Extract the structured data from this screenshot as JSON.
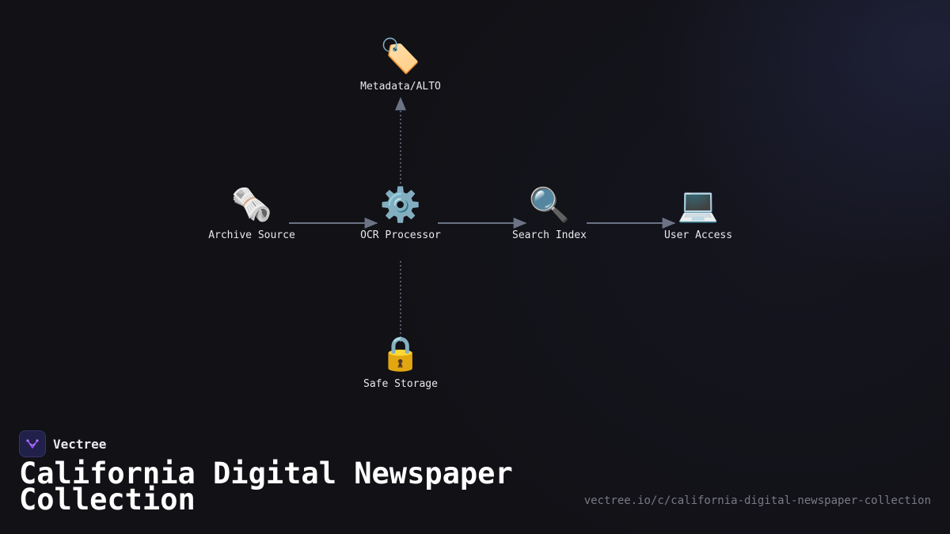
{
  "diagram": {
    "nodes": [
      {
        "id": "archive",
        "icon": "newspaper-icon",
        "glyph": "🗞️",
        "label": "Archive Source"
      },
      {
        "id": "ocr",
        "icon": "gear-icon",
        "glyph": "⚙️",
        "label": "OCR Processor"
      },
      {
        "id": "search",
        "icon": "magnifier-icon",
        "glyph": "🔍",
        "label": "Search Index"
      },
      {
        "id": "user",
        "icon": "laptop-icon",
        "glyph": "💻",
        "label": "User Access"
      },
      {
        "id": "metadata",
        "icon": "tag-icon",
        "glyph": "🏷️",
        "label": "Metadata/ALTO"
      },
      {
        "id": "storage",
        "icon": "lock-icon",
        "glyph": "🔒",
        "label": "Safe Storage"
      }
    ],
    "edges": [
      {
        "from": "archive",
        "to": "ocr",
        "style": "solid"
      },
      {
        "from": "ocr",
        "to": "search",
        "style": "solid"
      },
      {
        "from": "search",
        "to": "user",
        "style": "solid"
      },
      {
        "from": "ocr",
        "to": "metadata",
        "style": "dotted"
      },
      {
        "from": "ocr",
        "to": "storage",
        "style": "dotted"
      }
    ],
    "edge_color": "#6b7385"
  },
  "brand": {
    "name": "Vectree",
    "logo_icon": "vectree-logo-icon",
    "accent": "#9b4dff"
  },
  "title": "California Digital Newspaper Collection",
  "url": "vectree.io/c/california-digital-newspaper-collection",
  "colors": {
    "background": "#111116",
    "text": "#e6e6ea",
    "url": "#7a7a84"
  }
}
